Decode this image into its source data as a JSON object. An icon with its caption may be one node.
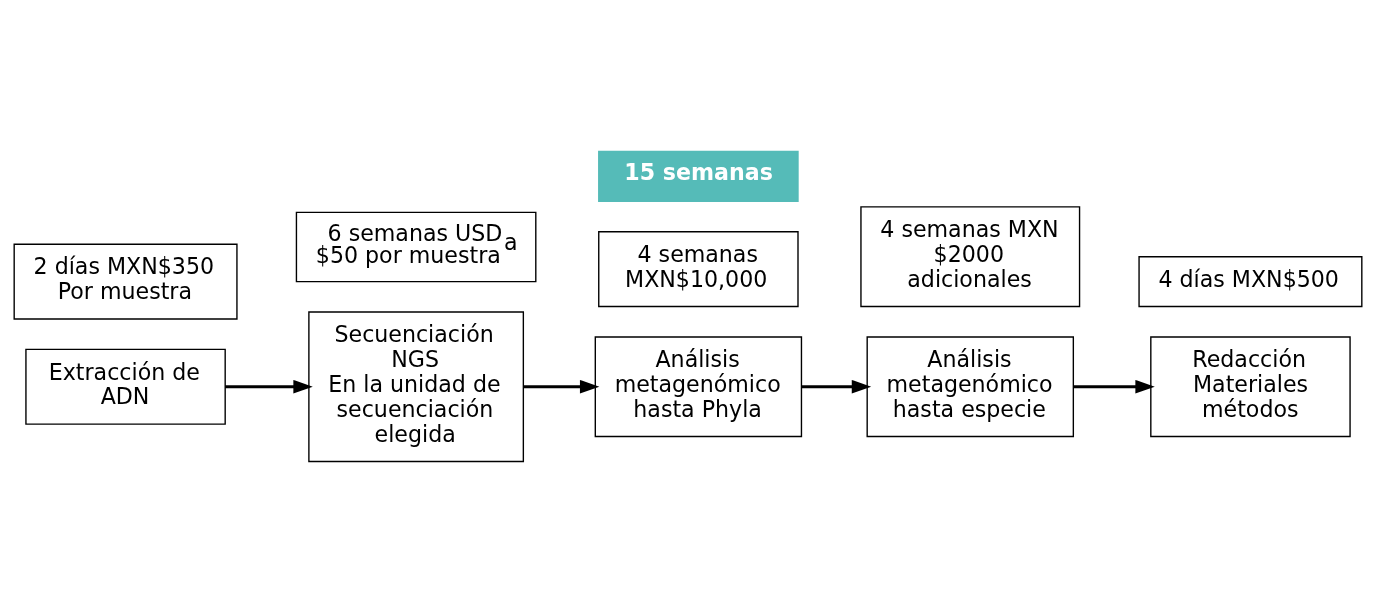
{
  "diagram": {
    "nodes": [
      {
        "text": [
          "Extracción de ADN"
        ]
      },
      {
        "text": [
          "Secuenciación NGS",
          "En la unidad de secuenciación elegida"
        ]
      },
      {
        "text": [
          "Análisis metagenómico hasta Phyla"
        ]
      },
      {
        "text": [
          "Análisis metagenómico hasta especie"
        ]
      },
      {
        "text": [
          "Redacción Materiales métodos"
        ]
      },
      {
        "text": [
          "2 días MXN$350 Por muestra"
        ]
      },
      {
        "text": [
          "6 semanas USD $50 por muestra$^{a}$"
        ]
      },
      {
        "text": [
          "4 semanas MXN$10,000"
        ]
      },
      {
        "text": [
          "4 semanas MXN $2000 adicionales"
        ]
      },
      {
        "text": [
          "4 días MXN$500"
        ]
      },
      {
        "text": [
          "15 semanas"
        ]
      }
    ],
    "edges": [
      {
        "from": 0,
        "to": 1,
        "arrow": "to"
      },
      {
        "from": 1,
        "to": 2,
        "arrow": "to"
      },
      {
        "from": 2,
        "to": 3,
        "arrow": "to"
      },
      {
        "from": 3,
        "to": 4,
        "arrow": "to"
      }
    ]
  }
}
